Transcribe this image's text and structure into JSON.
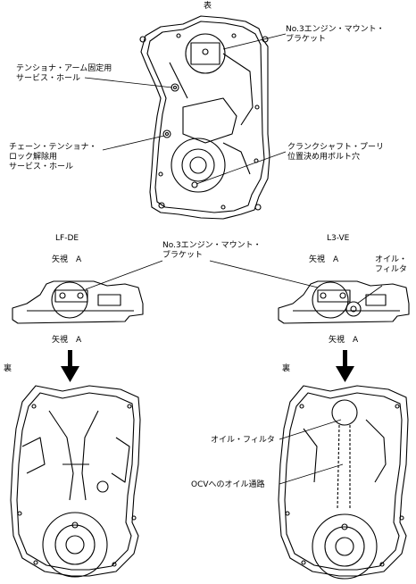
{
  "top": {
    "heading": "表",
    "mount_bracket_label": [
      "No.3エンジン・マウント・",
      "ブラケット"
    ],
    "tensioner_arm_label": [
      "テンショナ・アーム固定用",
      "サービス・ホール"
    ],
    "chain_tensioner_label": [
      "チェーン・テンショナ・",
      "ロック解除用",
      "サービス・ホール"
    ],
    "pulley_label": [
      "クランクシャフト・プーリ",
      "位置決め用ボルト穴"
    ]
  },
  "middle": {
    "left_engine": "LF-DE",
    "right_engine": "L3-VE",
    "left_view": "矢視　A",
    "right_view": "矢視　A",
    "mount_bracket_label": [
      "No.3エンジン・マウント・",
      "ブラケット"
    ],
    "oil_filter_label": [
      "オイル・",
      "フィルタ"
    ]
  },
  "bottom": {
    "left_view": "矢視　A",
    "right_view": "矢視　A",
    "left_heading": "裏",
    "right_heading": "裏",
    "oil_filter_label": "オイル・フィルタ",
    "ocv_passage_label": "OCVへのオイル通路"
  }
}
